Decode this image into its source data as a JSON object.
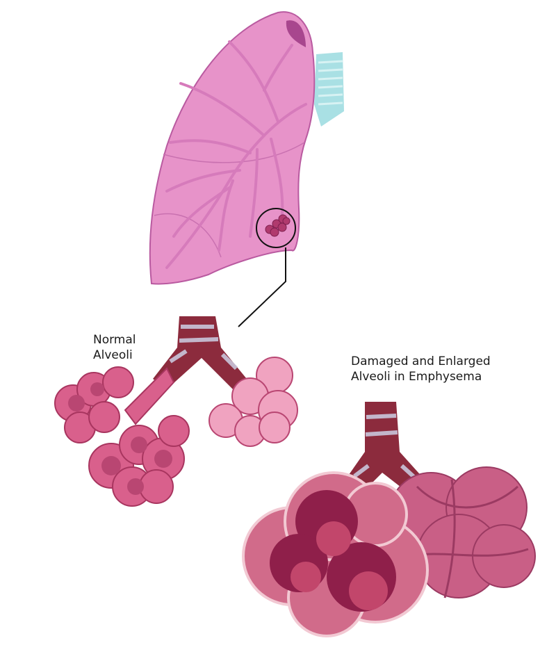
{
  "labels": {
    "normal": [
      "Normal",
      "Alveoli"
    ],
    "damaged": [
      "Damaged and Enlarged",
      "Alveoli in Emphysema"
    ]
  },
  "colors": {
    "lung": "#e793c9",
    "lung_outline": "#b95aa0",
    "trachea": "#a9e0e4",
    "bronchus": "#8c2b3d",
    "bronchus_band": "#c9c6db",
    "alveoli_normal": "#d9608c",
    "alveoli_light": "#f0a3c0",
    "alveoli_damaged": "#c2466b",
    "alveoli_damaged_dark": "#8f1f4a"
  }
}
